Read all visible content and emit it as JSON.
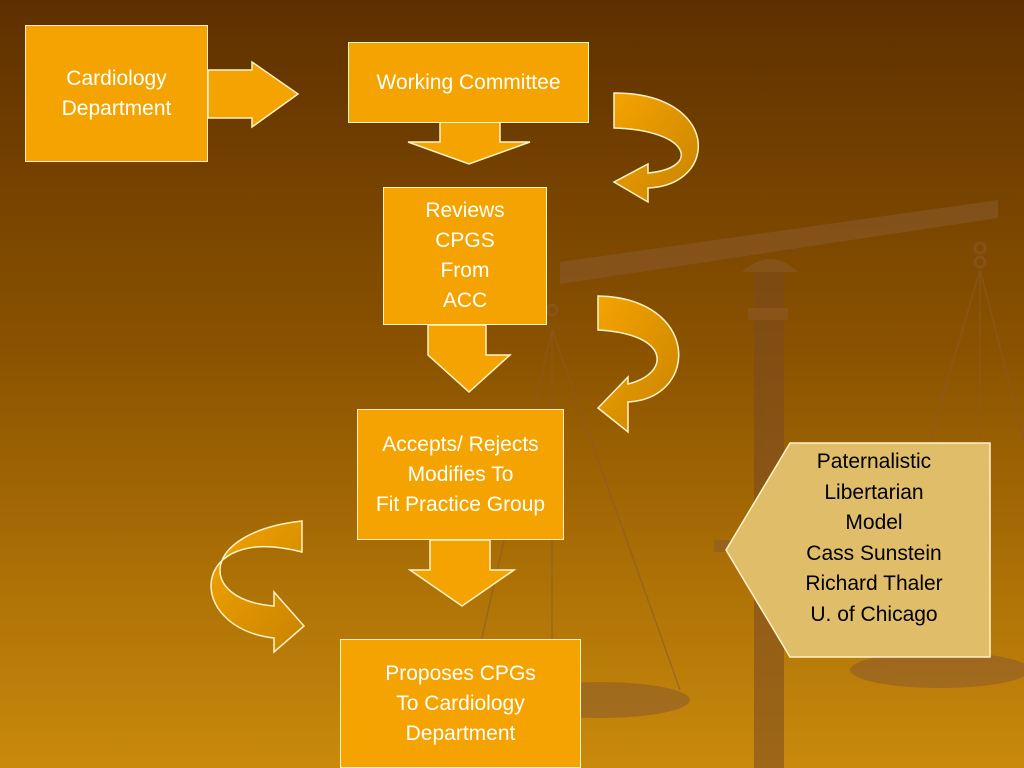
{
  "colors": {
    "background_top": "#5e3000",
    "background_bottom": "#c98a0c",
    "box_fill": "#f4a300",
    "box_border": "#fff3c8",
    "box_text": "#ffffff",
    "callout_fill": "#e0bd68",
    "callout_text": "#000000",
    "scale": "#8a5a2e"
  },
  "nodes": {
    "cardiology": {
      "lines": [
        "Cardiology",
        "Department"
      ]
    },
    "committee": {
      "lines": [
        "Working Committee"
      ]
    },
    "reviews": {
      "lines": [
        "Reviews",
        "CPGS",
        "From",
        "ACC"
      ]
    },
    "accepts": {
      "lines": [
        "Accepts/ Rejects",
        "Modifies To",
        "Fit Practice Group"
      ]
    },
    "proposes": {
      "lines": [
        "Proposes CPGs",
        "To Cardiology",
        "Department"
      ]
    }
  },
  "callout": {
    "lines": [
      "Paternalistic",
      "Libertarian",
      "Model",
      "Cass Sunstein",
      "Richard Thaler",
      "U. of Chicago"
    ]
  },
  "decor": {
    "scale_icon": "balance-scale-icon",
    "right_arrow_icon": "arrow-right-icon",
    "down_arrow_icon": "arrow-down-icon",
    "curved_arrow_icon": "curved-arrow-icon"
  }
}
